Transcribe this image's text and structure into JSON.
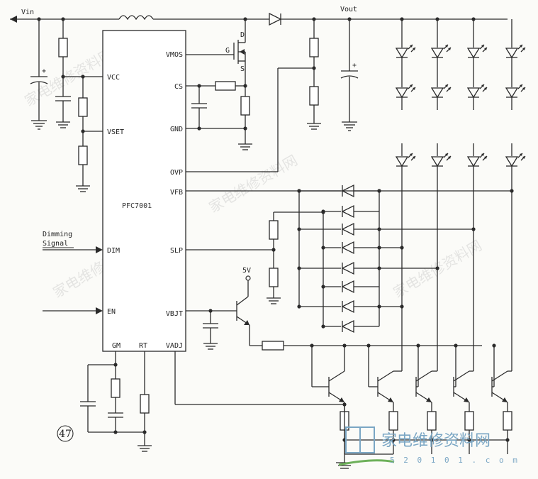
{
  "labels": {
    "vin": "Vin",
    "vout": "Vout",
    "chip_name": "PFC7001",
    "dimming_line1": "Dimming",
    "dimming_line2": "Signal",
    "five_v": "5V",
    "figure_number": "47",
    "mos_d": "D",
    "mos_g": "G",
    "mos_s": "S"
  },
  "chip_pins_left": [
    "VCC",
    "VSET",
    "DIM",
    "EN"
  ],
  "chip_pins_right": [
    "VMOS",
    "CS",
    "GND",
    "OVP",
    "VFB",
    "SLP",
    "VBJT",
    "VADJ"
  ],
  "chip_pins_bottom": [
    "GM",
    "RT"
  ],
  "watermark": {
    "text": "家电维修资料网",
    "url": "5 2 0 1 0 1 . c o m"
  },
  "colors": {
    "wire": "#2a2a2a",
    "watermark": "#7aa6c4"
  }
}
